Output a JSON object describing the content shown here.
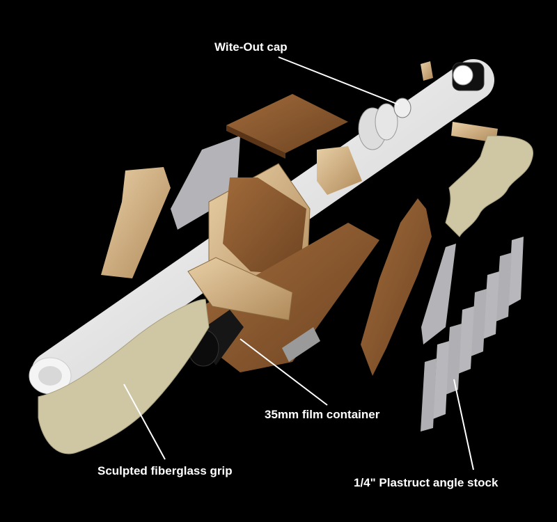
{
  "labels": {
    "wite_out_cap": "Wite-Out cap",
    "film_container": "35mm film container",
    "fiberglass_grip": "Sculpted fiberglass grip",
    "angle_stock": "1/4\" Plastruct angle stock"
  },
  "colors": {
    "background": "#000000",
    "tube": "#eeeeee",
    "mdf": "#8a5a32",
    "plywood": "#d9b98a",
    "fiberglass": "#cfc6a4",
    "plastic_gray": "#b4b4b8",
    "film_container": "#141414"
  }
}
